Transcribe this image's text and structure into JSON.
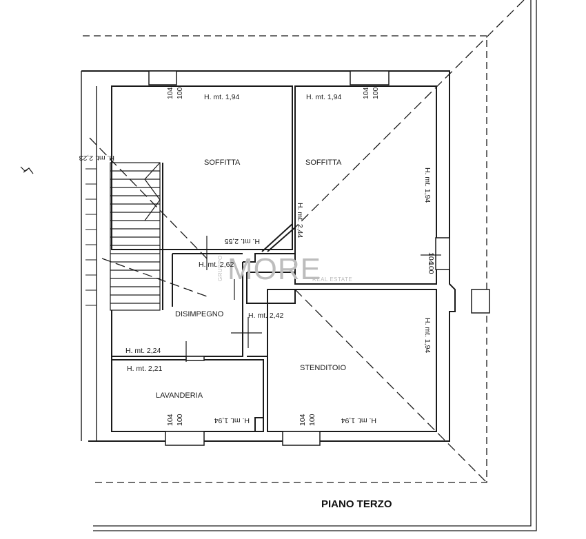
{
  "drawing": {
    "title": "PIANO TERZO",
    "watermark": {
      "brand": "MORE",
      "tagline": "REAL ESTATE",
      "prefix": "GRUPPO"
    },
    "rooms": {
      "soffitta_left": "SOFFITTA",
      "soffitta_right": "SOFFITTA",
      "disimpegno": "DISIMPEGNO",
      "lavanderia": "LAVANDERIA",
      "stenditoio": "STENDITOIO"
    },
    "heights": {
      "h194_top_left": "H. mt. 1,94",
      "h194_top_right": "H. mt. 1,94",
      "h223_stair": "H. mt. 2,23",
      "h255": "H. mt. 2,55",
      "h244": "H. mt. 2,44",
      "h262": "H. mt. 2,62",
      "h242": "H. mt. 2,42",
      "h224": "H. mt. 2,24",
      "h221": "H. mt. 2,21",
      "h194_right_upper": "H. mt. 1,94",
      "h194_right_lower": "H. mt. 1,94",
      "h194_bottom_lav": "H. mt. 1,94",
      "h194_bottom_sten": "H. mt. 1,94"
    },
    "windows": {
      "w1": "104",
      "w1b": "100",
      "w2": "104",
      "w2b": "100",
      "w3": "104",
      "w3b": "100",
      "w4": "104",
      "w4b": "100",
      "w5": "104",
      "w5b": "100"
    },
    "colors": {
      "ink": "#1a1a1a",
      "watermark": "#bdbdbd"
    }
  }
}
